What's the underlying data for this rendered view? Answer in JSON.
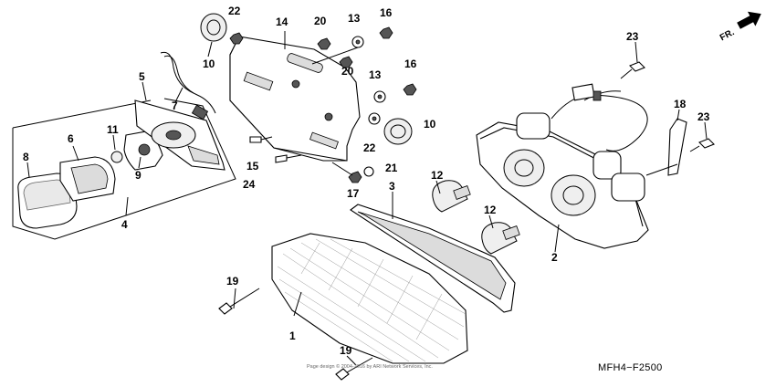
{
  "diagram": {
    "callouts": [
      "1",
      "2",
      "3",
      "4",
      "5",
      "6",
      "7",
      "8",
      "9",
      "10",
      "10",
      "11",
      "12",
      "12",
      "13",
      "13",
      "14",
      "15",
      "16",
      "16",
      "17",
      "18",
      "19",
      "19",
      "20",
      "20",
      "21",
      "22",
      "22",
      "23",
      "23",
      "24"
    ],
    "diagram_code": "MFH4−F2500",
    "direction_label": "FR.",
    "copyright": "Page design © 2004-2016 by ARI Network Services, Inc."
  }
}
